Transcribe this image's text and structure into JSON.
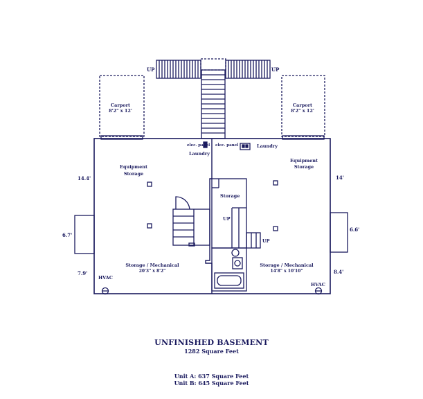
{
  "stair_labels": {
    "up_left": "UP",
    "up_right": "UP",
    "up_inner_a": "UP",
    "up_inner_b": "UP"
  },
  "carport_left": {
    "title": "Carport",
    "size": "8'2\" x 12'"
  },
  "carport_right": {
    "title": "Carport",
    "size": "8'2\" x 12'"
  },
  "unit_a": {
    "elec_panel": "elec. panel",
    "laundry": "Laundry",
    "equipment_1": "Equipment",
    "equipment_2": "Storage",
    "storage_mech": "Storage / Mechanical",
    "storage_mech_size": "20'3\" x 8'2\"",
    "hvac": "HVAC",
    "dim_top": "14.4'",
    "dim_hvac_box": "6.7'",
    "dim_bottom": "7.9'"
  },
  "unit_b": {
    "elec_panel": "elec. panel",
    "laundry": "Laundry",
    "equipment_1": "Equipment",
    "equipment_2": "Storage",
    "storage": "Storage",
    "storage_mech": "Storage / Mechanical",
    "storage_mech_size": "14'8\" x 10'10\"",
    "hvac": "HVAC",
    "dim_top": "14'",
    "dim_hvac_box": "6.6'",
    "dim_bottom": "8.4'"
  },
  "title": {
    "heading": "UNFINISHED BASEMENT",
    "total": "1282 Square Feet",
    "unit_a_area": "Unit A:  637 Square Feet",
    "unit_b_area": "Unit B:  645 Square Feet"
  },
  "colors": {
    "line": "#1a1a5e",
    "background": "#ffffff"
  }
}
